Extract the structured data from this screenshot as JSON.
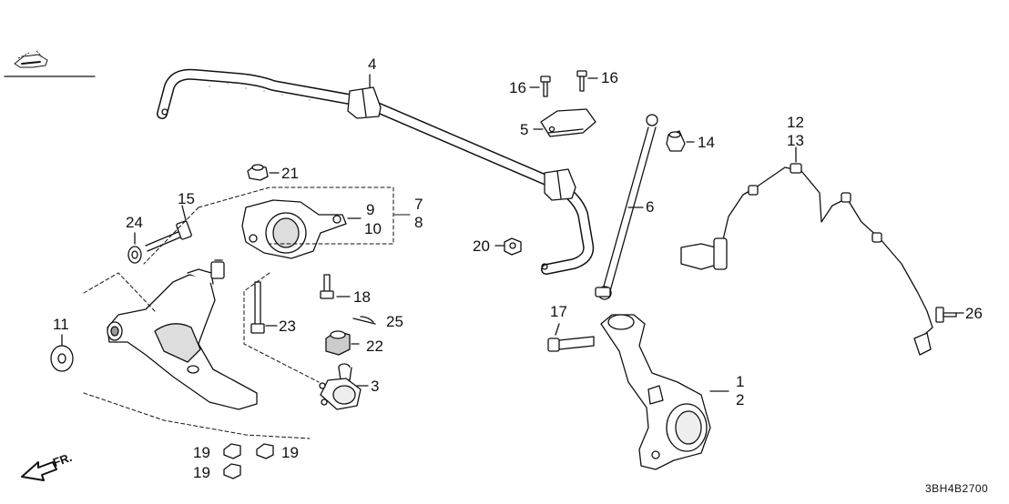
{
  "diagram_code": "3BH4B2700",
  "direction_label": "FR.",
  "callouts": {
    "c1": "1",
    "c2": "2",
    "c3": "3",
    "c4": "4",
    "c5": "5",
    "c6": "6",
    "c7": "7",
    "c8": "8",
    "c9": "9",
    "c10": "10",
    "c11": "11",
    "c12": "12",
    "c13": "13",
    "c14": "14",
    "c15": "15",
    "c16a": "16",
    "c16b": "16",
    "c17": "17",
    "c18": "18",
    "c19a": "19",
    "c19b": "19",
    "c19c": "19",
    "c20": "20",
    "c21": "21",
    "c22": "22",
    "c23": "23",
    "c24": "24",
    "c25": "25",
    "c26": "26"
  },
  "colors": {
    "line": "#111111",
    "fill": "#ffffff",
    "shade": "#bdbdbd"
  }
}
